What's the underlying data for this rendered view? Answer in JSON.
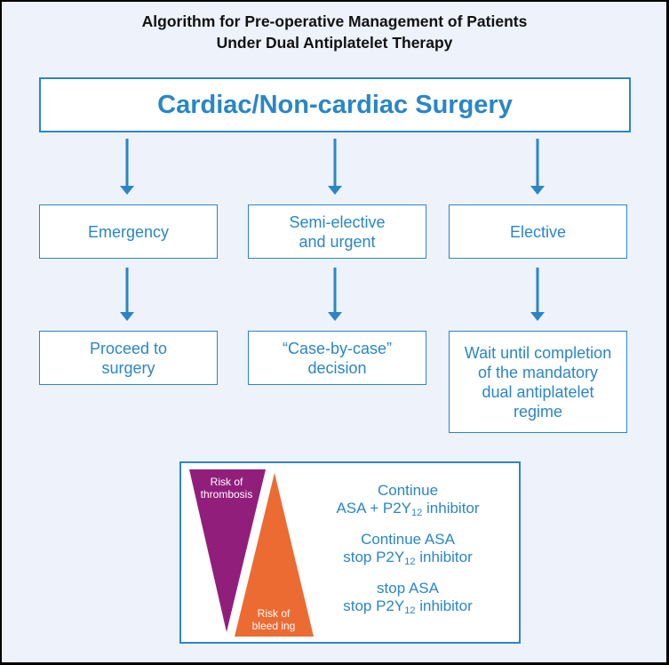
{
  "title": {
    "line1": "Algorithm for Pre-operative Management of Patients",
    "line2": "Under Dual Antiplatelet Therapy"
  },
  "top_box": {
    "label": "Cardiac/Non-cardiac Surgery"
  },
  "categories": [
    {
      "label_lines": [
        "Emergency"
      ],
      "outcome_lines": [
        "Proceed to",
        "surgery"
      ]
    },
    {
      "label_lines": [
        "Semi-elective",
        "and urgent"
      ],
      "outcome_lines": [
        "“Case-by-case”",
        "decision"
      ]
    },
    {
      "label_lines": [
        "Elective"
      ],
      "outcome_lines": [
        "Wait until completion",
        "of the mandatory",
        "dual antiplatelet",
        "regime"
      ]
    }
  ],
  "legend": {
    "thrombosis_label": [
      "Risk of",
      "thrombosis"
    ],
    "bleeding_label": [
      "Risk of",
      "bleed ing"
    ],
    "actions": [
      {
        "line1": "Continue",
        "line2_pre": "ASA + P2Y",
        "line2_sub": "12",
        "line2_post": " inhibitor"
      },
      {
        "line1": "Continue ASA",
        "line2_pre": "stop P2Y",
        "line2_sub": "12",
        "line2_post": " inhibitor"
      },
      {
        "line1": "stop ASA",
        "line2_pre": "stop P2Y",
        "line2_sub": "12",
        "line2_post": " inhibitor"
      }
    ]
  },
  "colors": {
    "accent_blue": "#2a86c6",
    "background": "#edf2fb",
    "thrombosis_purple": "#921e7c",
    "bleeding_orange": "#eb6b33"
  }
}
